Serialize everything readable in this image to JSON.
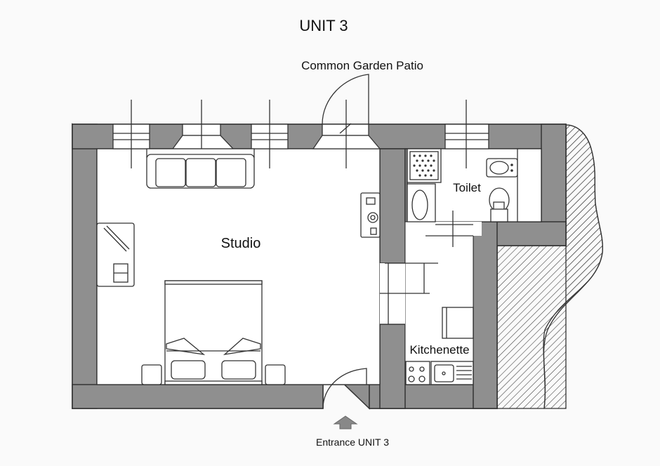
{
  "title": "UNIT 3",
  "labels": {
    "patio": "Common Garden Patio",
    "studio": "Studio",
    "toilet": "Toilet",
    "kitchenette": "Kitchenette",
    "entrance": "Entrance UNIT 3"
  },
  "colors": {
    "wall": "#8f8f8f",
    "line": "#333333",
    "background": "#fafafa"
  },
  "icons": [
    "sofa-icon",
    "bed-icon",
    "wardrobe-icon",
    "shower-icon",
    "sink-icon",
    "washbasin-icon",
    "wc-icon",
    "stove-icon",
    "kitchen-sink-icon",
    "fridge-icon",
    "entrance-arrow-icon"
  ]
}
